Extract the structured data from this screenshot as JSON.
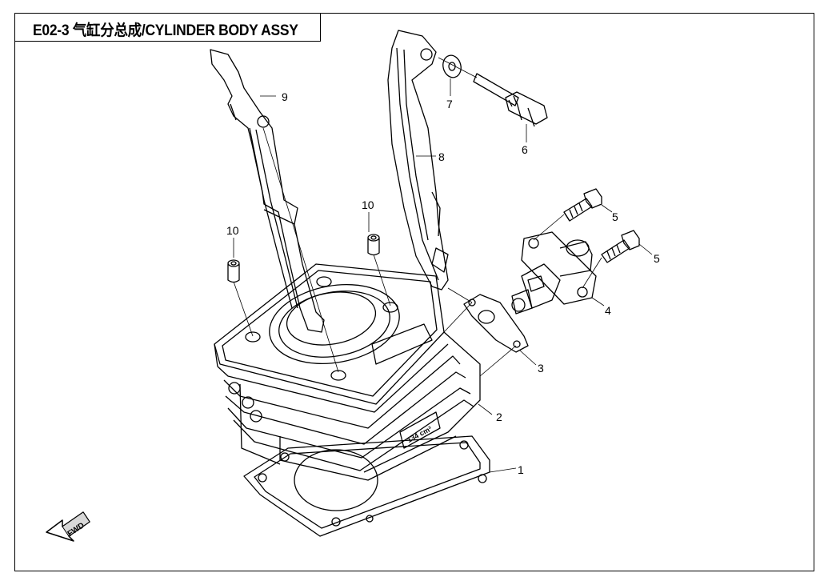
{
  "title": "E02-3  气缸分总成/CYLINDER BODY ASSY",
  "fwd_label": "FWD",
  "displacement_marking": "134 cm³",
  "callouts": {
    "c1": "1",
    "c2": "2",
    "c3": "3",
    "c4": "4",
    "c5a": "5",
    "c5b": "5",
    "c6": "6",
    "c7": "7",
    "c8": "8",
    "c9": "9",
    "c10a": "10",
    "c10b": "10"
  }
}
